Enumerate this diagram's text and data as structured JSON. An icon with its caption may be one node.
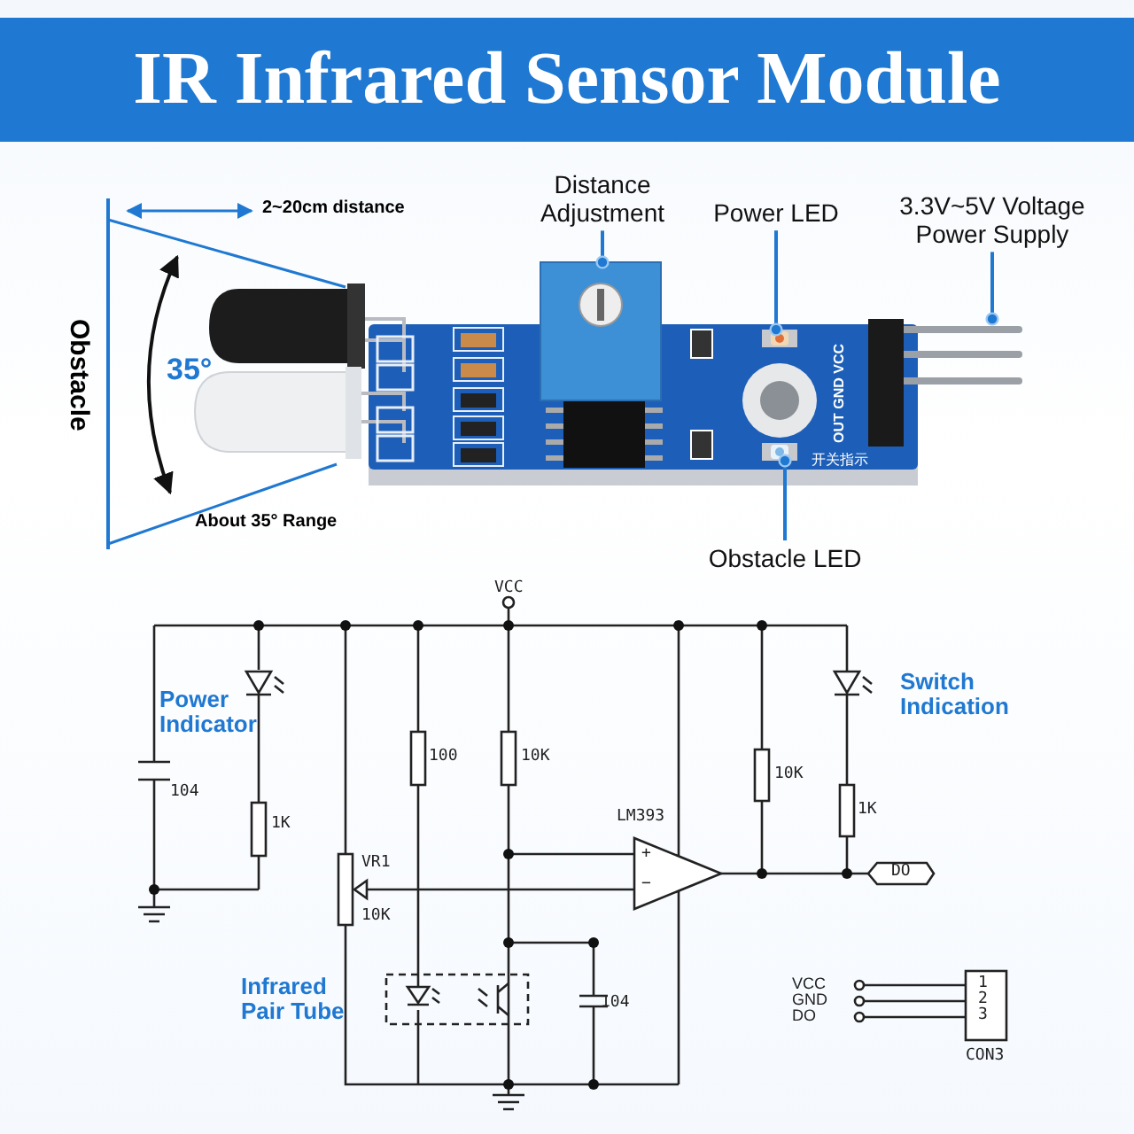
{
  "diagram": {
    "title": "IR Infrared Sensor Module",
    "nodes": [
      {
        "text": [
          "Distance Adjustment"
        ]
      },
      {
        "text": [
          "Power LED"
        ]
      },
      {
        "text": [
          "3.3V~5V Voltage Power Supply"
        ]
      },
      {
        "text": [
          "Obstacle LED"
        ]
      },
      {
        "text": [],
        "shape": "picture"
      },
      {
        "text": [],
        "shape": "picture"
      },
      {
        "text": [],
        "shape": "picture"
      },
      {
        "text": [],
        "shape": "picture"
      }
    ],
    "edges": [
      {
        "from": 0,
        "to": 4,
        "arrow": "other"
      },
      {
        "from": 1,
        "to": 5,
        "arrow": "other"
      },
      {
        "from": 2,
        "to": 7,
        "arrow": "other"
      },
      {
        "from": 3,
        "to": 6,
        "arrow": "other"
      }
    ],
    "labels": [
      "2~20cm distance",
      "Obstacle",
      "35°",
      "About 35° Range",
      "OUT GND VCC",
      "开关指示",
      "VCC",
      "Power Indicator",
      "104",
      "1K",
      "100",
      "10K",
      "VR1",
      "10K",
      "LM393",
      "+",
      "−",
      "10K",
      "1K",
      "Switch Indication",
      "DO",
      "Infrared Pair Tube",
      "104",
      "VCC",
      "GND",
      "DO",
      "1",
      "2",
      "3",
      "CON3"
    ]
  }
}
